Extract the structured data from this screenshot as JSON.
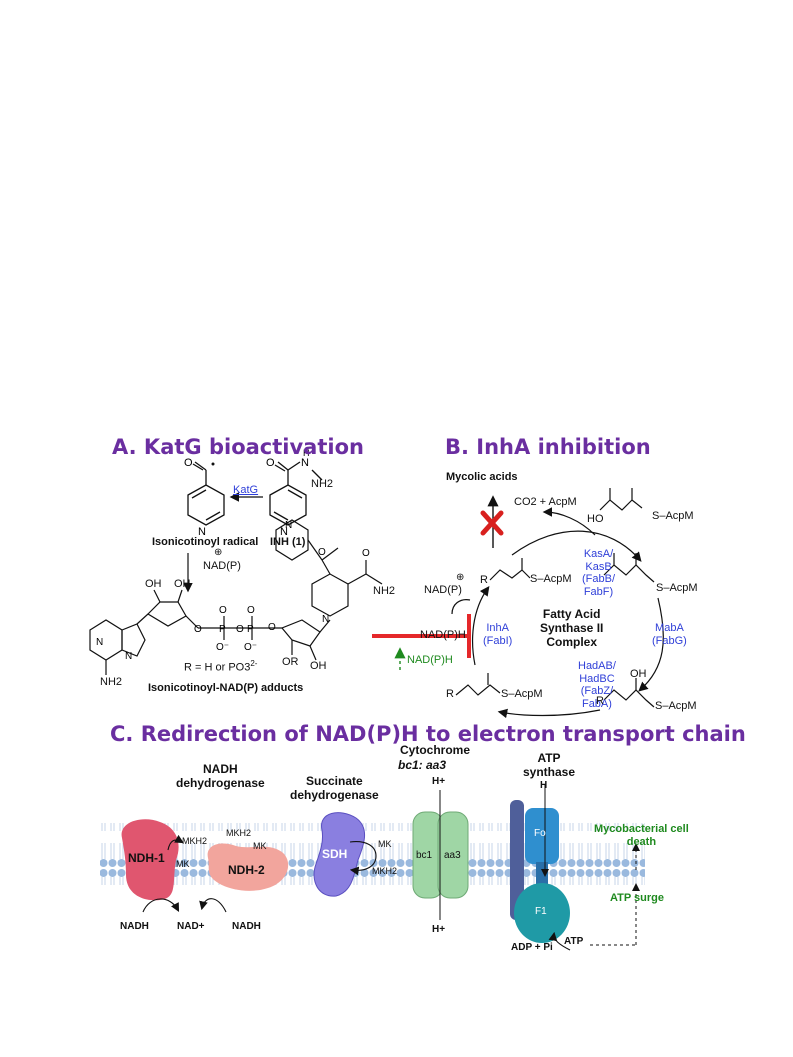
{
  "sections": {
    "a": "A. KatG bioactivation",
    "b": "B. InhA inhibition",
    "c": "C. Redirection of NAD(P)H to electron transport chain"
  },
  "panel_a": {
    "katg": "KatG",
    "radical": "Isonicotinoyl radical",
    "inh": "INH (1)",
    "nadp": "NAD(P)",
    "nh2": "NH2",
    "nhnh2": "NH2",
    "oh1": "OH",
    "oh2": "OH",
    "or": "OR",
    "oh3": "OH",
    "r_def": "R = H or PO3",
    "adducts": "Isonicotinoyl-NAD(P) adducts",
    "nadph_arrow": "NAD(P)H"
  },
  "panel_b": {
    "mycolic": "Mycolic acids",
    "co2": "CO2 + AcpM",
    "ho": "HO",
    "sacpm_malonyl": "S–AcpM",
    "kas": "KasA/\nKasB\n(FabB/\nFabF)",
    "complex": "Fatty Acid\nSynthase II\nComplex",
    "mab": "MabA\n(FabG)",
    "inha": "InhA\n(FabI)",
    "had": "HadAB/\nHadBC\n(FabZ/\nFabA)",
    "nadp": "NAD(P)",
    "nadph": "NAD(P)H",
    "r1": "R",
    "sacpm1": "S–AcpM",
    "sacpm2": "S–AcpM",
    "sacpm3": "S–AcpM",
    "sacpm4": "S–AcpM",
    "oh": "OH",
    "r2": "R",
    "r3": "R"
  },
  "panel_c": {
    "nadh_dehyd": "NADH\ndehydrogenase",
    "ndh1": "NDH-1",
    "ndh2": "NDH-2",
    "mkh2_a": "MKH2",
    "mk_a": "MK",
    "mkh2_b": "MKH2",
    "mk_b": "MK",
    "nadh1": "NADH",
    "nad_plus": "NAD+",
    "nadh2": "NADH",
    "succ": "Succinate\ndehydrogenase",
    "sdh": "SDH",
    "mk_c": "MK",
    "mkh2_c": "MKH2",
    "cyto": "Cytochrome",
    "cyto_sub": "bc1: aa3",
    "h_top": "H+",
    "h_bottom": "H+",
    "bc1": "bc1",
    "aa3": "aa3",
    "atp_synth": "ATP\nsynthase",
    "h_atp": "H",
    "fo": "Fo",
    "f1": "F1",
    "adp": "ADP + Pi",
    "atp": "ATP",
    "atp_surge": "ATP surge",
    "death": "Mycobacterial cell\ndeath"
  },
  "colors": {
    "title": "#6a2ea0",
    "enzyme_label": "#2f3fd8",
    "green": "#1f8a1f",
    "inhibit": "#e5282a",
    "ndh1": "#e0566f",
    "ndh2": "#f2a59d",
    "sdh": "#8a7fe0",
    "cytochrome": "#9fd6a5",
    "atp_fo": "#2f8fcf",
    "atp_f1": "#1f9aa6",
    "membrane": "#9ab9de"
  }
}
